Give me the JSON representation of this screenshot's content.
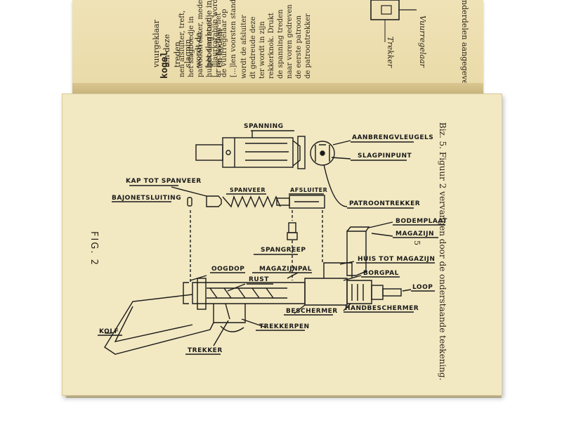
{
  "top_page": {
    "left_lines": [
      "vuurgeklaar",
      "ten deze",
      "treden",
      "slagpin",
      "wordt de",
      "het slagboedje in",
      "en bodem",
      "kogel",
      "het bodem dezen bodem",
      "uiter."
    ],
    "middle_lines": [
      "[...]llaurkarabijn wordt",
      "de vuurregelaar op",
      "[...]len voorsten stand,",
      "",
      "wordt de afsluiter",
      "dt gedreude deze",
      "ter wordt in zijn",
      "rekkerknok. Drukt",
      "de spanning treden",
      "naar voren gedreven",
      "de eerste patroon",
      "de patroontrekker",
      "nen afsluiter, treft,",
      "het slagboedje in",
      "patroontrekker, mede",
      "hulpbodem stuit",
      "ar rechts door het"
    ],
    "right_lines": [
      "nderdelen aangegeven."
    ],
    "kogel_note": "kogel",
    "sketch_labels": [
      "Vuurregelaar",
      "Trekker"
    ]
  },
  "main_page": {
    "caption": "Biz. 5. Figuur 2 vervangen door de onderstaande teekening.",
    "page_number": "5",
    "figure_label": "FIG. 2",
    "labels": {
      "spanning": "SPANNING",
      "aanbrengvleugels": "AANBRENGVLEUGELS",
      "slagpinpunt": "SLAGPINPUNT",
      "kap_tot_spanveer": "KAP TOT SPANVEER",
      "bajonetsluiting": "BAJONETSLUITING",
      "spanveer": "SPANVEER",
      "afsluiter": "AFSLUITER",
      "patroontrekker": "PATROONTREKKER",
      "spangreep": "SPANGREEP",
      "bodemplaat": "BODEMPLAAT",
      "magazijn": "MAGAZIJN",
      "huis_tot_magazijn": "HUIS TOT MAGAZIJN",
      "oogdop": "OOGDOP",
      "magazijnpal": "MAGAZIJNPAL",
      "rust": "RUST",
      "borgpal": "BORGPAL",
      "loop": "LOOP",
      "handbeschermer": "HANDBESCHERMER",
      "beschermer": "BESCHERMER",
      "kolf": "KOLF",
      "trekkerpen": "TREKKERPEN",
      "trekker": "TREKKER"
    }
  }
}
